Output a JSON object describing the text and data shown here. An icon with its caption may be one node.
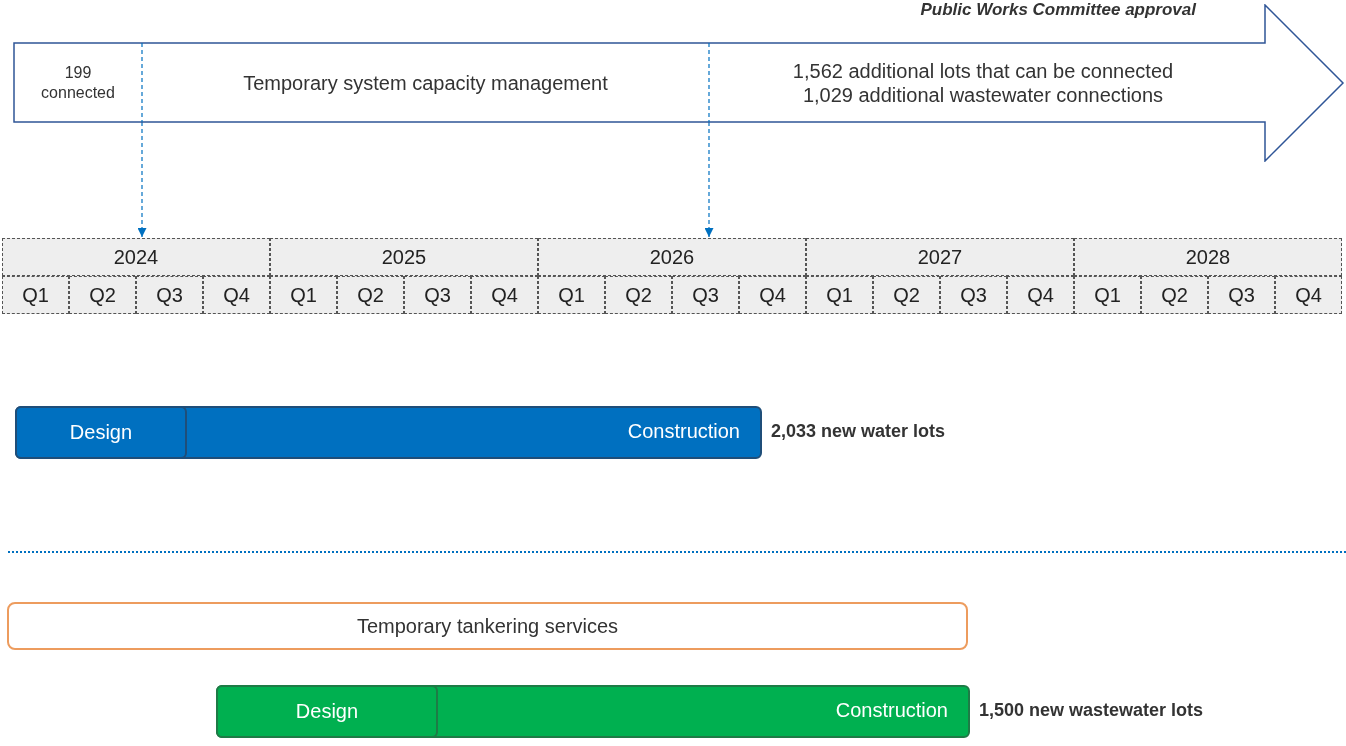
{
  "diagram": {
    "nodes": [
      {
        "text": [
          "199 connected",
          "Temporary system capacity management",
          "1,562 additional lots that can be connected 1,029 additional wastewater connections"
        ]
      },
      {
        "text": [
          "2024"
        ]
      },
      {
        "text": [
          "2025"
        ]
      },
      {
        "text": [
          "2026"
        ]
      },
      {
        "text": [
          "2027"
        ]
      },
      {
        "text": [
          "2028"
        ]
      },
      {
        "text": [
          "Construction"
        ],
        "beside": [
          "2,033 new water lots"
        ]
      },
      {
        "text": [
          "Design"
        ],
        "in": 6
      },
      {
        "text": [
          "Temporary tankering services"
        ]
      },
      {
        "text": [
          "Construction"
        ],
        "beside": [
          "1,500 new wastewater lots"
        ]
      },
      {
        "text": [
          "Design"
        ],
        "in": 9
      }
    ],
    "edges": [
      {
        "from": 0,
        "to": 1,
        "arrow": "to",
        "style": "dashed",
        "color": "#0070c0"
      },
      {
        "from": 0,
        "to": 3,
        "arrow": "to",
        "style": "dashed",
        "color": "#0070c0"
      }
    ],
    "labels": [
      "Public Works Committee approval",
      "Q1",
      "Q2",
      "Q3",
      "Q4",
      "Q1",
      "Q2",
      "Q3",
      "Q4",
      "Q1",
      "Q2",
      "Q3",
      "Q4",
      "Q1",
      "Q2",
      "Q3",
      "Q4",
      "Q1",
      "Q2",
      "Q3",
      "Q4"
    ]
  }
}
